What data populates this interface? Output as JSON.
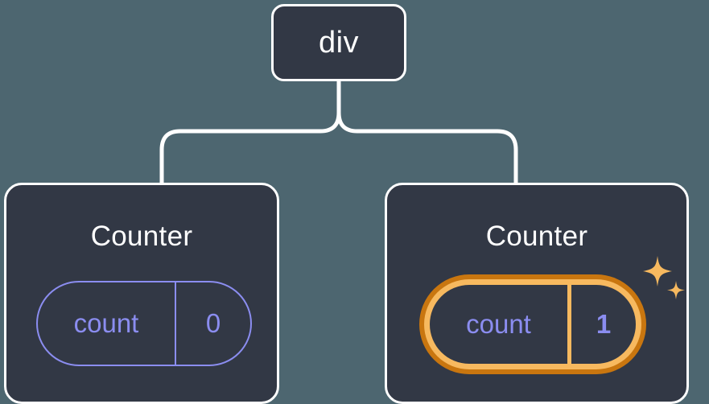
{
  "theme": {
    "background": "#4d6670",
    "node_fill": "#323845",
    "node_border": "#ffffff",
    "connector": "#ffffff",
    "accent_indigo": "#8b8df0",
    "highlight_outer": "#c9760f",
    "highlight_inner": "#f7b95f",
    "text_light": "#ffffff"
  },
  "tree": {
    "root": {
      "label": "div"
    },
    "children": [
      {
        "title": "Counter",
        "state": {
          "key": "count",
          "value": "0",
          "highlighted": false
        }
      },
      {
        "title": "Counter",
        "state": {
          "key": "count",
          "value": "1",
          "highlighted": true
        },
        "decoration": "sparkles-icon"
      }
    ]
  }
}
